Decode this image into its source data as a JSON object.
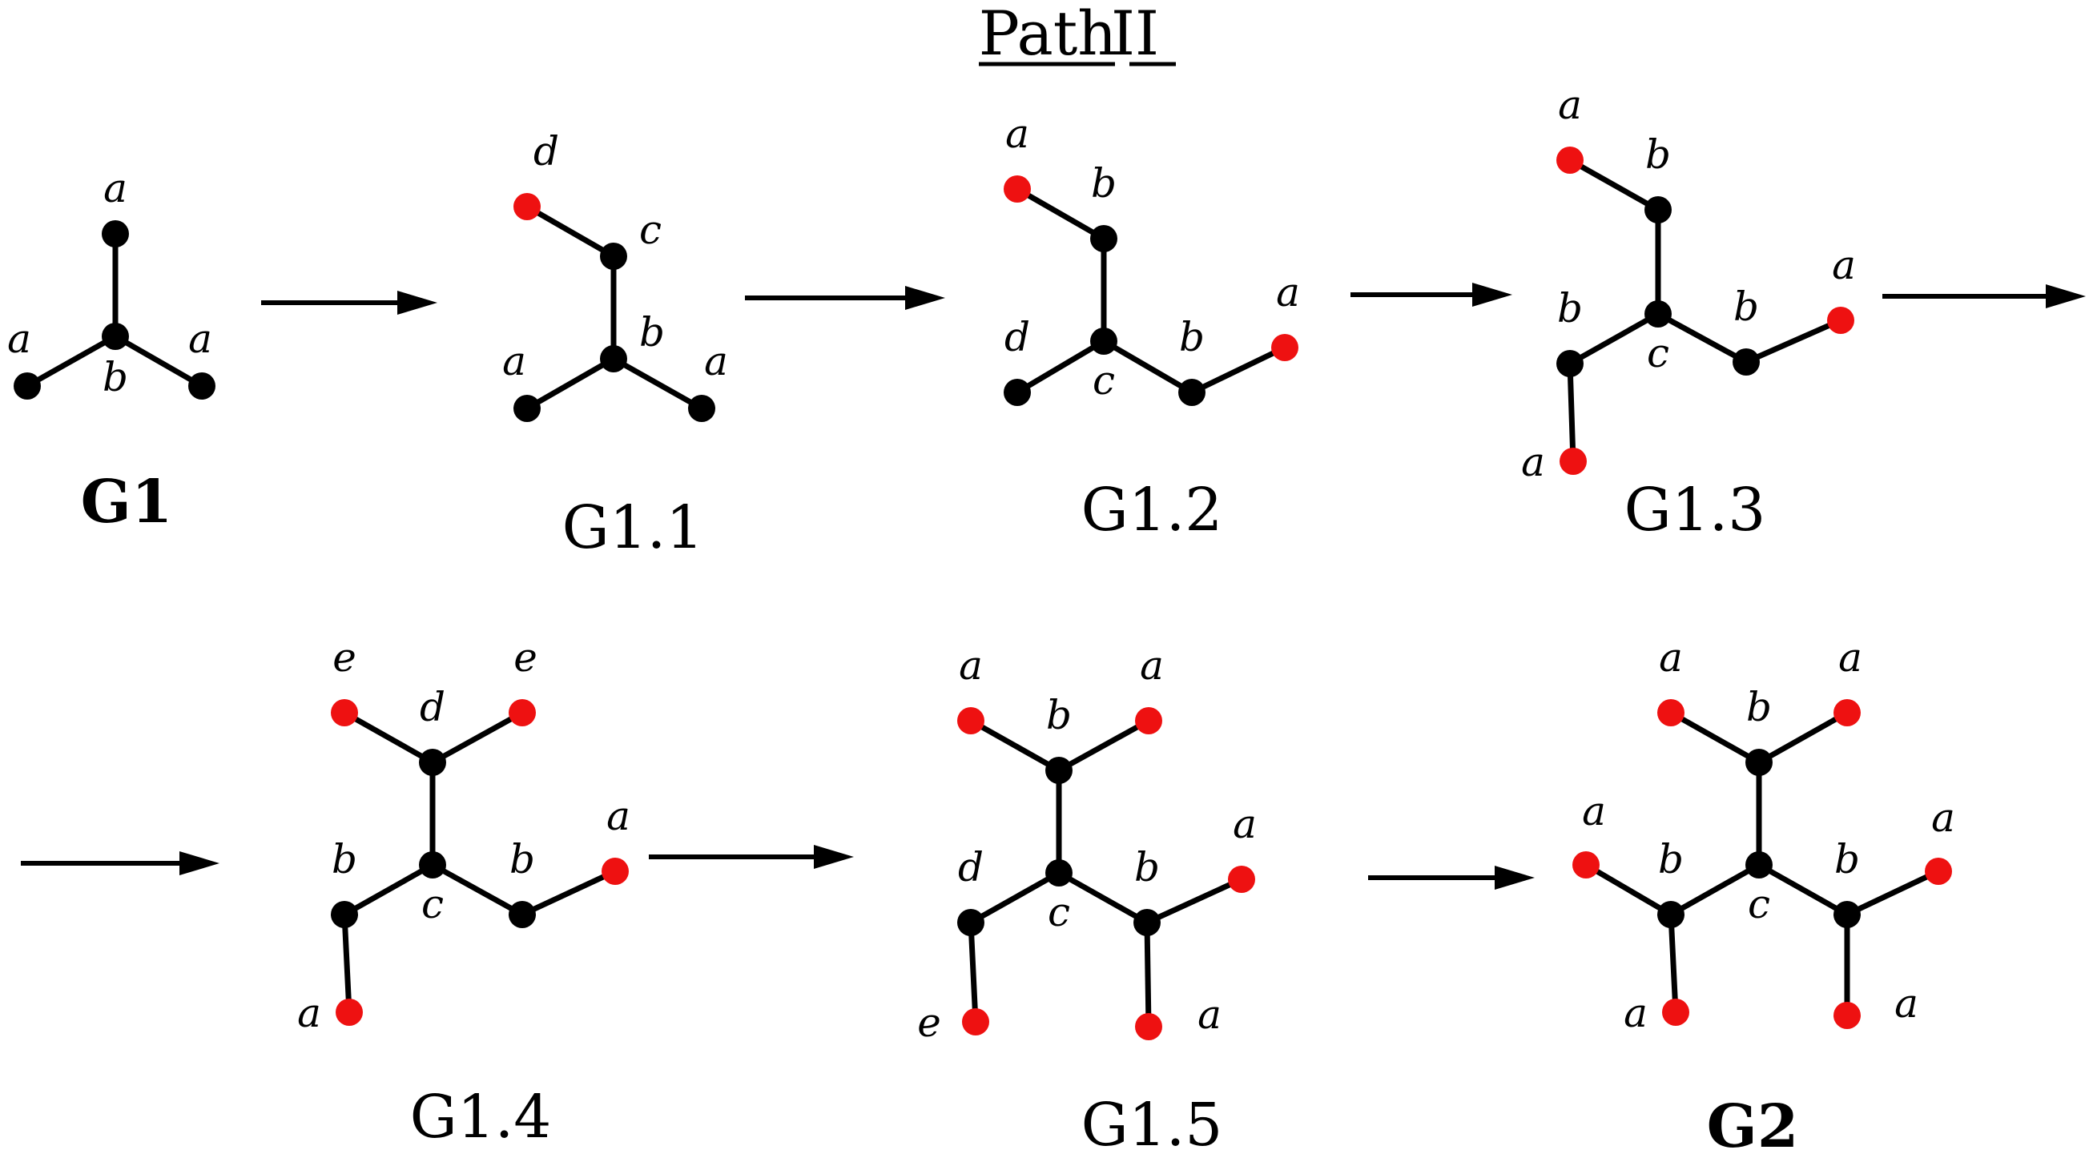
{
  "title": {
    "part1": "Path",
    "part2": "II"
  },
  "colors": {
    "internal_node": "#000000",
    "leaf_node": "#ee1111",
    "edge": "#000000"
  },
  "graphs": [
    {
      "id": "G1",
      "caption": "G1",
      "bold": true,
      "nodes": [
        {
          "id": "n1",
          "label": "b",
          "color": "black"
        },
        {
          "id": "n2",
          "label": "a",
          "color": "black"
        },
        {
          "id": "n3",
          "label": "a",
          "color": "black"
        },
        {
          "id": "n4",
          "label": "a",
          "color": "black"
        }
      ],
      "edges": [
        [
          "n1",
          "n2"
        ],
        [
          "n1",
          "n3"
        ],
        [
          "n1",
          "n4"
        ]
      ]
    },
    {
      "id": "G1.1",
      "caption": "G1.1",
      "bold": false,
      "nodes": [
        {
          "id": "n1",
          "label": "d",
          "color": "red"
        },
        {
          "id": "n2",
          "label": "c",
          "color": "black"
        },
        {
          "id": "n3",
          "label": "b",
          "color": "black"
        },
        {
          "id": "n4",
          "label": "a",
          "color": "black"
        },
        {
          "id": "n5",
          "label": "a",
          "color": "black"
        }
      ],
      "edges": [
        [
          "n1",
          "n2"
        ],
        [
          "n2",
          "n3"
        ],
        [
          "n3",
          "n4"
        ],
        [
          "n3",
          "n5"
        ]
      ]
    },
    {
      "id": "G1.2",
      "caption": "G1.2",
      "bold": false,
      "nodes": [
        {
          "id": "n1",
          "label": "a",
          "color": "red"
        },
        {
          "id": "n2",
          "label": "b",
          "color": "black"
        },
        {
          "id": "n3",
          "label": "c",
          "color": "black"
        },
        {
          "id": "n4",
          "label": "d",
          "color": "black"
        },
        {
          "id": "n5",
          "label": "b",
          "color": "black"
        },
        {
          "id": "n6",
          "label": "a",
          "color": "red"
        }
      ],
      "edges": [
        [
          "n1",
          "n2"
        ],
        [
          "n2",
          "n3"
        ],
        [
          "n3",
          "n4"
        ],
        [
          "n3",
          "n5"
        ],
        [
          "n5",
          "n6"
        ]
      ]
    },
    {
      "id": "G1.3",
      "caption": "G1.3",
      "bold": false,
      "nodes": [
        {
          "id": "n1",
          "label": "a",
          "color": "red"
        },
        {
          "id": "n2",
          "label": "b",
          "color": "black"
        },
        {
          "id": "n3",
          "label": "c",
          "color": "black"
        },
        {
          "id": "n4",
          "label": "b",
          "color": "black"
        },
        {
          "id": "n5",
          "label": "a",
          "color": "red"
        },
        {
          "id": "n6",
          "label": "b",
          "color": "black"
        },
        {
          "id": "n7",
          "label": "a",
          "color": "red"
        }
      ],
      "edges": [
        [
          "n1",
          "n2"
        ],
        [
          "n2",
          "n3"
        ],
        [
          "n3",
          "n4"
        ],
        [
          "n4",
          "n5"
        ],
        [
          "n3",
          "n6"
        ],
        [
          "n6",
          "n7"
        ]
      ]
    },
    {
      "id": "G1.4",
      "caption": "G1.4",
      "bold": false,
      "nodes": [
        {
          "id": "n1",
          "label": "e",
          "color": "red"
        },
        {
          "id": "n2",
          "label": "e",
          "color": "red"
        },
        {
          "id": "n3",
          "label": "d",
          "color": "black"
        },
        {
          "id": "n4",
          "label": "c",
          "color": "black"
        },
        {
          "id": "n5",
          "label": "b",
          "color": "black"
        },
        {
          "id": "n6",
          "label": "a",
          "color": "red"
        },
        {
          "id": "n7",
          "label": "b",
          "color": "black"
        },
        {
          "id": "n8",
          "label": "a",
          "color": "red"
        }
      ],
      "edges": [
        [
          "n1",
          "n3"
        ],
        [
          "n2",
          "n3"
        ],
        [
          "n3",
          "n4"
        ],
        [
          "n4",
          "n5"
        ],
        [
          "n5",
          "n6"
        ],
        [
          "n4",
          "n7"
        ],
        [
          "n7",
          "n8"
        ]
      ]
    },
    {
      "id": "G1.5",
      "caption": "G1.5",
      "bold": false,
      "nodes": [
        {
          "id": "n1",
          "label": "a",
          "color": "red"
        },
        {
          "id": "n2",
          "label": "a",
          "color": "red"
        },
        {
          "id": "n3",
          "label": "b",
          "color": "black"
        },
        {
          "id": "n4",
          "label": "c",
          "color": "black"
        },
        {
          "id": "n5",
          "label": "d",
          "color": "black"
        },
        {
          "id": "n6",
          "label": "e",
          "color": "red"
        },
        {
          "id": "n7",
          "label": "b",
          "color": "black"
        },
        {
          "id": "n8",
          "label": "a",
          "color": "red"
        },
        {
          "id": "n9",
          "label": "a",
          "color": "red"
        }
      ],
      "edges": [
        [
          "n1",
          "n3"
        ],
        [
          "n2",
          "n3"
        ],
        [
          "n3",
          "n4"
        ],
        [
          "n4",
          "n5"
        ],
        [
          "n5",
          "n6"
        ],
        [
          "n4",
          "n7"
        ],
        [
          "n7",
          "n8"
        ],
        [
          "n7",
          "n9"
        ]
      ]
    },
    {
      "id": "G2",
      "caption": "G2",
      "bold": true,
      "nodes": [
        {
          "id": "n1",
          "label": "a",
          "color": "red"
        },
        {
          "id": "n2",
          "label": "a",
          "color": "red"
        },
        {
          "id": "n3",
          "label": "b",
          "color": "black"
        },
        {
          "id": "n4",
          "label": "c",
          "color": "black"
        },
        {
          "id": "n5",
          "label": "b",
          "color": "black"
        },
        {
          "id": "n6",
          "label": "a",
          "color": "red"
        },
        {
          "id": "n7",
          "label": "a",
          "color": "red"
        },
        {
          "id": "n8",
          "label": "b",
          "color": "black"
        },
        {
          "id": "n9",
          "label": "a",
          "color": "red"
        },
        {
          "id": "n10",
          "label": "a",
          "color": "red"
        }
      ],
      "edges": [
        [
          "n1",
          "n3"
        ],
        [
          "n2",
          "n3"
        ],
        [
          "n3",
          "n4"
        ],
        [
          "n4",
          "n5"
        ],
        [
          "n5",
          "n6"
        ],
        [
          "n5",
          "n7"
        ],
        [
          "n4",
          "n8"
        ],
        [
          "n8",
          "n9"
        ],
        [
          "n8",
          "n10"
        ]
      ]
    }
  ]
}
